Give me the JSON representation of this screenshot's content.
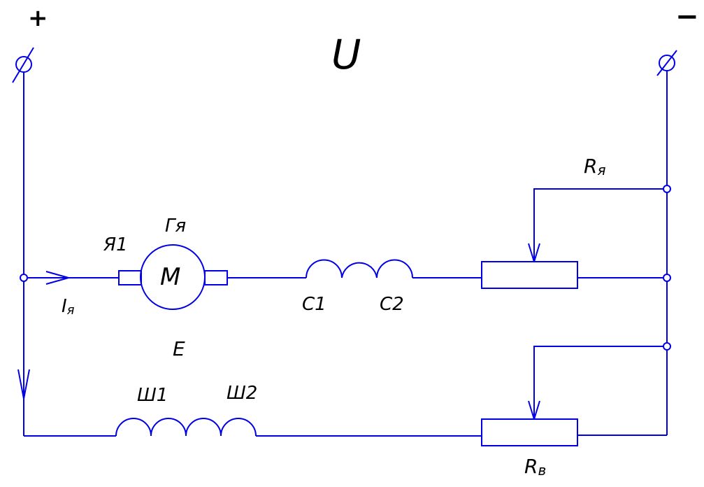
{
  "labels": {
    "plus": "+",
    "minus": "−",
    "voltage": "U",
    "armature_current": "I",
    "armature_current_sub": "я",
    "motor": "M",
    "emf": "E",
    "armature_terminal": "Я1",
    "armature_winding": "Гя",
    "series_coil_start": "С1",
    "series_coil_end": "С2",
    "shunt_coil_start": "Ш1",
    "shunt_coil_end": "Ш2",
    "armature_resistor": "R",
    "armature_resistor_sub": "я",
    "field_resistor": "R",
    "field_resistor_sub": "в"
  },
  "colors": {
    "wire": "#0000e6",
    "text": "#000000"
  }
}
